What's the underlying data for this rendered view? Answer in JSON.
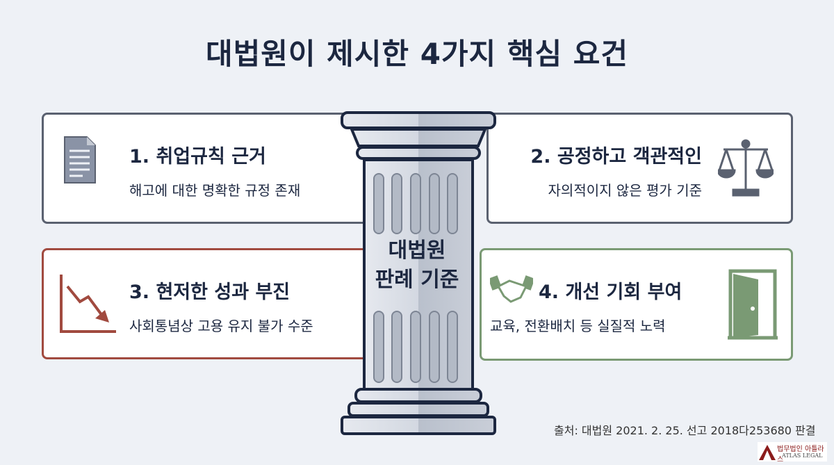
{
  "title": "대법원이 제시한 4가지 핵심 요건",
  "center": {
    "line1": "대법원",
    "line2": "판례 기준"
  },
  "cards": [
    {
      "heading": "1. 취업규칙 근거",
      "sub": "해고에 대한 명확한 규정 존재",
      "icon": "document-icon",
      "color": "#5a6170"
    },
    {
      "heading": "2. 공정하고 객관적인",
      "sub": "자의적이지 않은 평가 기준",
      "icon": "scale-icon",
      "color": "#5a6170"
    },
    {
      "heading": "3. 현저한 성과 부진",
      "sub": "사회통념상 고용 유지 불가 수준",
      "icon": "trend-down-icon",
      "color": "#a14a3f"
    },
    {
      "heading": "4. 개선 기회 부여",
      "sub": "교육, 전환배치 등 실질적 노력",
      "icon": "handshake-door-icon",
      "color": "#7a9a74"
    }
  ],
  "source": "출처: 대법원 2021. 2. 25. 선고 2018다253680 판결",
  "logo": {
    "korean": "법무법인 아틀라스",
    "english": "ATLAS LEGAL"
  }
}
